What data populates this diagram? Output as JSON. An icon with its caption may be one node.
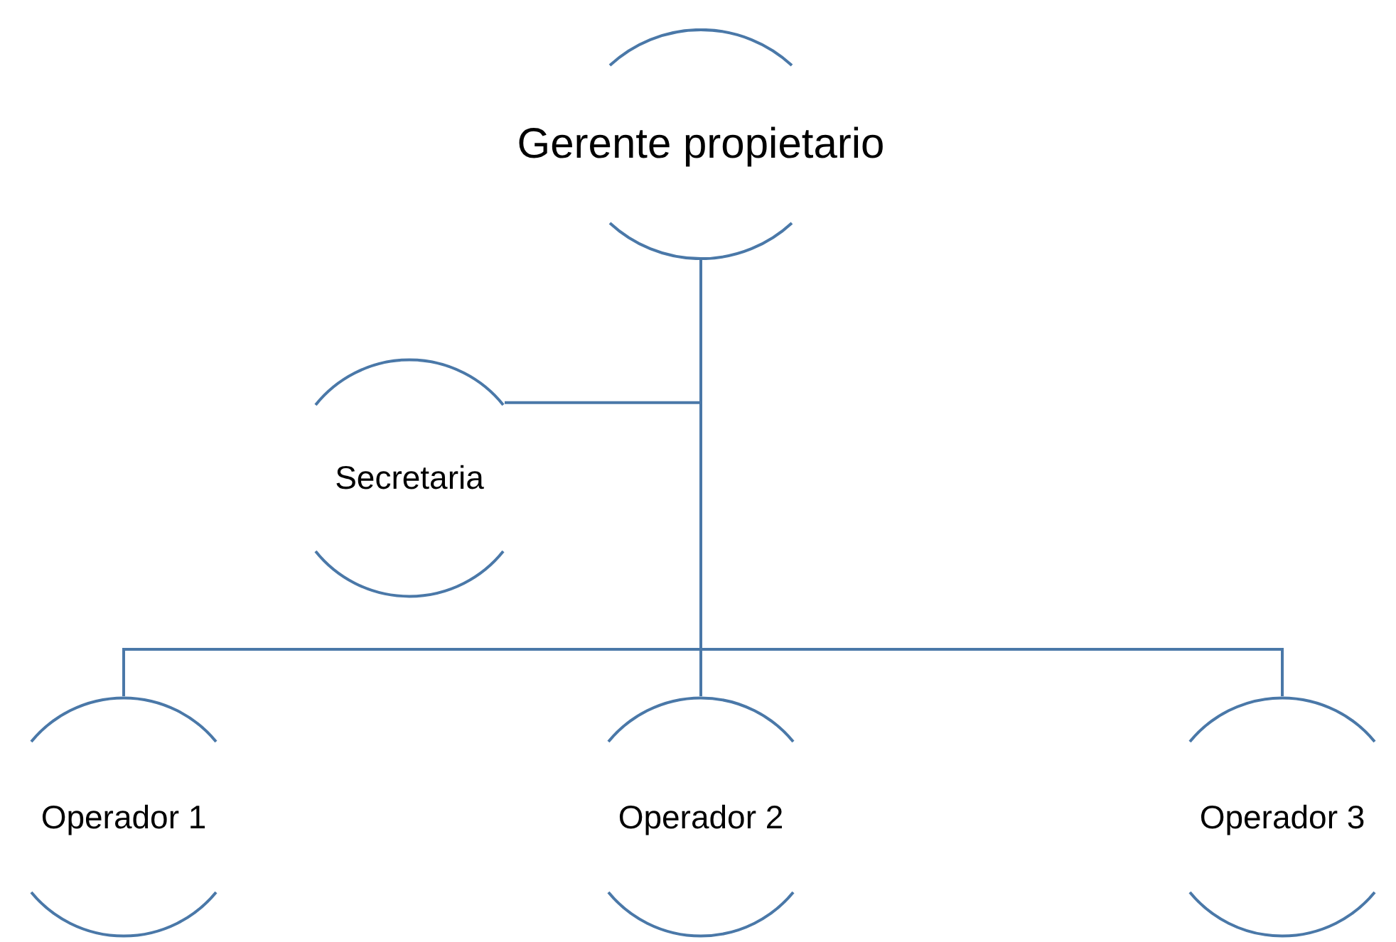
{
  "diagram": {
    "nodes": [
      {
        "text": [
          "Gerente propietario"
        ]
      },
      {
        "text": [
          "Secretaria"
        ]
      },
      {
        "text": [
          "Operador 1"
        ]
      },
      {
        "text": [
          "Operador 2"
        ]
      },
      {
        "text": [
          "Operador 3"
        ]
      }
    ],
    "edges": [
      {
        "from": 0,
        "to": 1,
        "arrow": "none"
      },
      {
        "from": 0,
        "to": 2,
        "arrow": "none"
      },
      {
        "from": 0,
        "to": 3,
        "arrow": "none"
      },
      {
        "from": 0,
        "to": 4,
        "arrow": "none"
      }
    ]
  }
}
